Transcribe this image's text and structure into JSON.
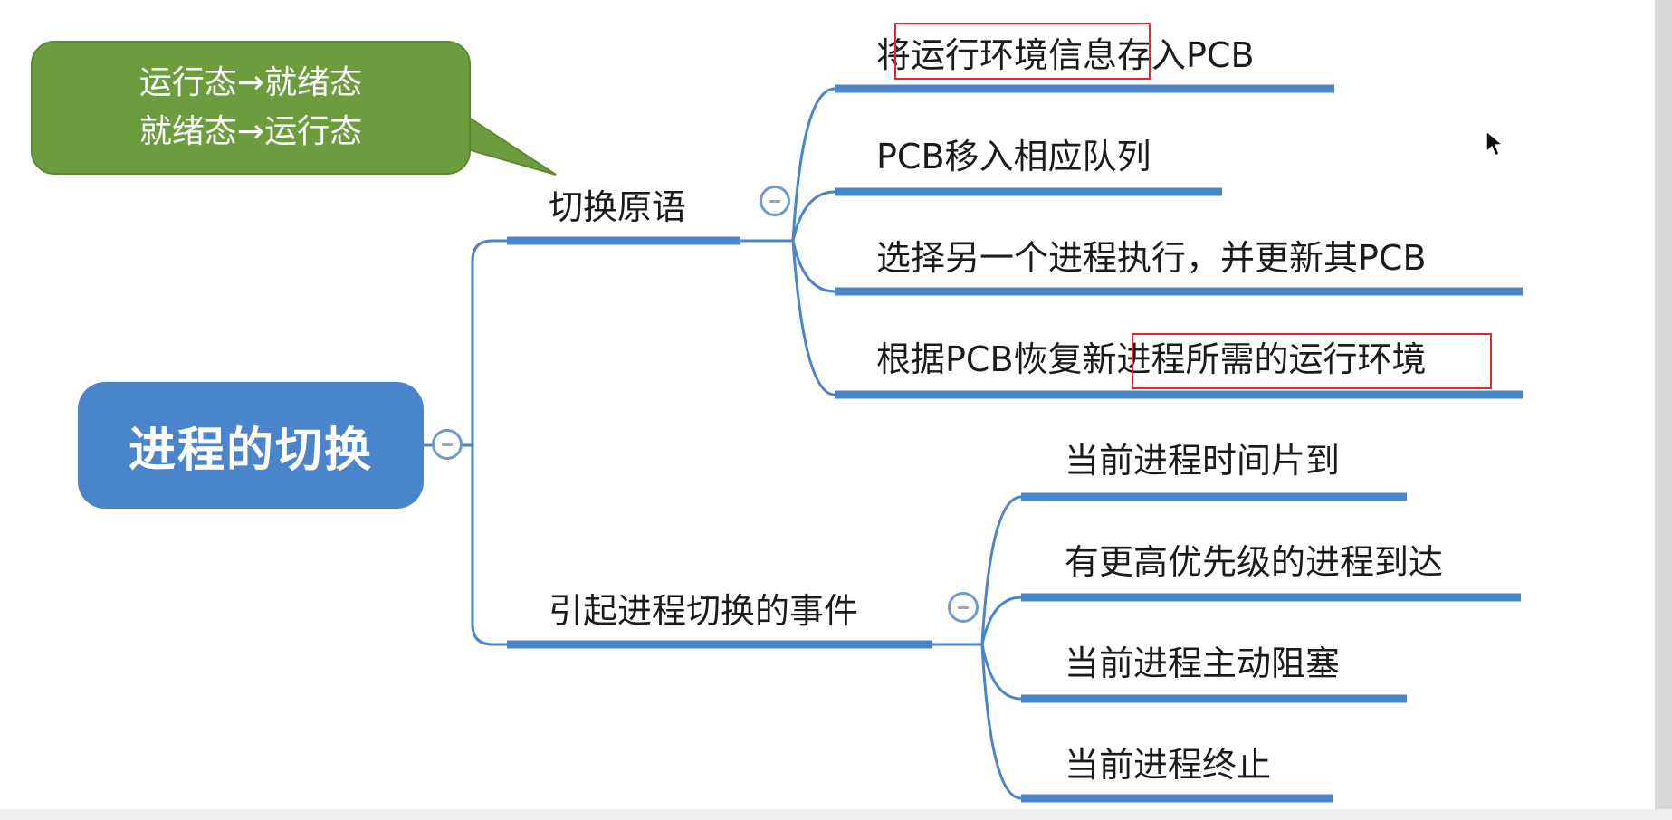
{
  "root": {
    "title": "进程的切换"
  },
  "callout": {
    "line1": "运行态→就绪态",
    "line2": "就绪态→运行态"
  },
  "branches": [
    {
      "title": "切换原语",
      "children": [
        "将运行环境信息存入PCB",
        "PCB移入相应队列",
        "选择另一个进程执行，并更新其PCB",
        "根据PCB恢复新进程所需的运行环境"
      ]
    },
    {
      "title": "引起进程切换的事件",
      "children": [
        "当前进程时间片到",
        "有更高优先级的进程到达",
        "当前进程主动阻塞",
        "当前进程终止"
      ]
    }
  ],
  "colors": {
    "root": "#4a85cc",
    "callout": "#6c9c3d",
    "line": "#4a85cc",
    "highlight": "#e0282d"
  },
  "icons": {
    "collapse": "minus-circle-icon",
    "cursor": "mouse-pointer-icon"
  }
}
